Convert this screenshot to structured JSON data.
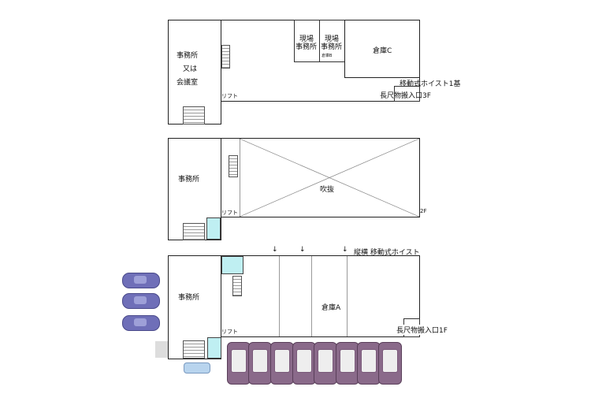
{
  "floor3": {
    "office": [
      "事務所",
      "又は",
      "会議室"
    ],
    "site_office_1": [
      "現場",
      "事務所"
    ],
    "site_office_2": [
      "現場",
      "事務所"
    ],
    "small_room": "倉庫B",
    "warehouse": "倉庫C",
    "hoist": "移動式ホイスト1基",
    "long_entry": "長尺物搬入口3F",
    "lift": "リフト"
  },
  "floor2": {
    "office": "事務所",
    "atrium": "吹抜",
    "lift": "リフト",
    "floor_label": "2F"
  },
  "floor1": {
    "office": "事務所",
    "warehouse": "倉庫A",
    "hoist": "縦横  移動式ホイスト",
    "arrow": "↓",
    "long_entry": "長尺物搬入口1F",
    "lift": "リフト"
  }
}
